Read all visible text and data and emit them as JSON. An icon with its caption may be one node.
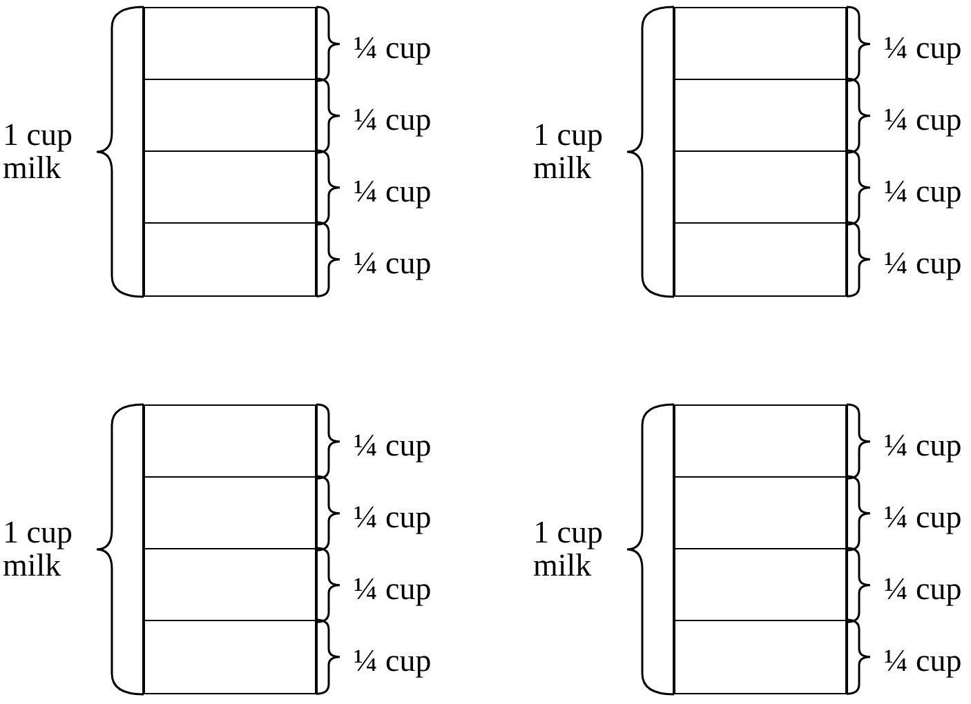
{
  "diagram": {
    "nodes": [
      {
        "text": [],
        "shape": "bar",
        "beside": [
          "1 cup milk"
        ]
      },
      {
        "text": [],
        "shape": "box",
        "in": 0,
        "beside": [
          "¼ cup"
        ]
      },
      {
        "text": [],
        "shape": "box",
        "in": 0,
        "beside": [
          "¼ cup"
        ]
      },
      {
        "text": [],
        "shape": "box",
        "in": 0,
        "beside": [
          "¼ cup"
        ]
      },
      {
        "text": [],
        "shape": "box",
        "in": 0,
        "beside": [
          "¼ cup"
        ]
      },
      {
        "text": [],
        "shape": "bar",
        "beside": [
          "1 cup milk"
        ]
      },
      {
        "text": [],
        "shape": "box",
        "in": 5,
        "beside": [
          "¼ cup"
        ]
      },
      {
        "text": [],
        "shape": "box",
        "in": 5,
        "beside": [
          "¼ cup"
        ]
      },
      {
        "text": [],
        "shape": "box",
        "in": 5,
        "beside": [
          "¼ cup"
        ]
      },
      {
        "text": [],
        "shape": "box",
        "in": 5,
        "beside": [
          "¼ cup"
        ]
      },
      {
        "text": [],
        "shape": "bar",
        "beside": [
          "1 cup milk"
        ]
      },
      {
        "text": [],
        "shape": "box",
        "in": 10,
        "beside": [
          "¼ cup"
        ]
      },
      {
        "text": [],
        "shape": "box",
        "in": 10,
        "beside": [
          "¼ cup"
        ]
      },
      {
        "text": [],
        "shape": "box",
        "in": 10,
        "beside": [
          "¼ cup"
        ]
      },
      {
        "text": [],
        "shape": "box",
        "in": 10,
        "beside": [
          "¼ cup"
        ]
      },
      {
        "text": [],
        "shape": "bar",
        "beside": [
          "1 cup milk"
        ]
      },
      {
        "text": [],
        "shape": "box",
        "in": 15,
        "beside": [
          "¼ cup"
        ]
      },
      {
        "text": [],
        "shape": "box",
        "in": 15,
        "beside": [
          "¼ cup"
        ]
      },
      {
        "text": [],
        "shape": "box",
        "in": 15,
        "beside": [
          "¼ cup"
        ]
      },
      {
        "text": [],
        "shape": "box",
        "in": 15,
        "beside": [
          "¼ cup"
        ]
      }
    ]
  }
}
